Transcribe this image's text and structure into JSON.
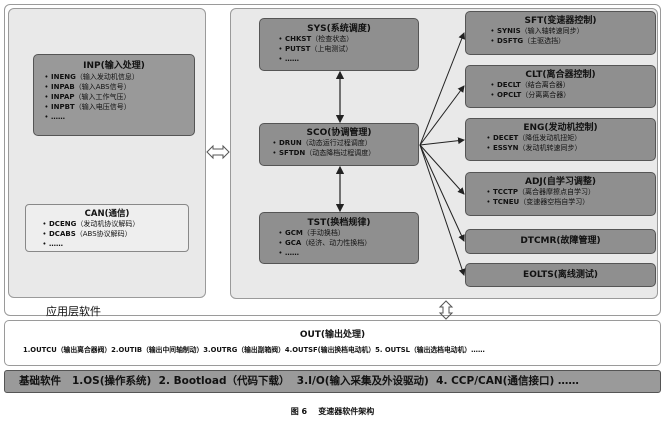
{
  "app_layer": {
    "label": "应用层软件",
    "inp": {
      "title": "INP(输入处理)",
      "items": [
        {
          "code": "INENG",
          "desc": "（输入发动机信息）"
        },
        {
          "code": "INPAB",
          "desc": "（输入ABS信号）"
        },
        {
          "code": "INPAP",
          "desc": "（输入工作气压）"
        },
        {
          "code": "INPBT",
          "desc": "（输入电压信号）"
        }
      ],
      "more": "……"
    },
    "can": {
      "title": "CAN(通信)",
      "items": [
        {
          "code": "DCENG",
          "desc": "（发动机协议解码）"
        },
        {
          "code": "DCABS",
          "desc": "（ABS协议解码）"
        }
      ],
      "more": "……"
    },
    "sys": {
      "title": "SYS(系统调度)",
      "items": [
        {
          "code": "CHKST",
          "desc": "（检查状态）"
        },
        {
          "code": "PUTST",
          "desc": "（上电测试）"
        }
      ],
      "more": "……"
    },
    "sco": {
      "title": "SCO(协调管理)",
      "items": [
        {
          "code": "DRUN",
          "desc": "（动态运行过程调度）"
        },
        {
          "code": "SFTDN",
          "desc": "（动态降档过程调度）"
        }
      ]
    },
    "tst": {
      "title": "TST(换档规律)",
      "items": [
        {
          "code": "GCM",
          "desc": "（手动换档）"
        },
        {
          "code": "GCA",
          "desc": "（经济、动力性换档）"
        }
      ],
      "more": "……"
    },
    "sft": {
      "title": "SFT(变速器控制)",
      "items": [
        {
          "code": "SYNIS",
          "desc": "（输入轴转速同步）"
        },
        {
          "code": "DSFTG",
          "desc": "（主驱选挡）"
        }
      ]
    },
    "clt": {
      "title": "CLT(离合器控制)",
      "items": [
        {
          "code": "DECLT",
          "desc": "（结合离合器）"
        },
        {
          "code": "OPCLT",
          "desc": "（分离离合器）"
        }
      ]
    },
    "eng": {
      "title": "ENG(发动机控制)",
      "items": [
        {
          "code": "DECET",
          "desc": "（降低发动机扭矩）"
        },
        {
          "code": "ESSYN",
          "desc": "（发动机转速同步）"
        }
      ]
    },
    "adj": {
      "title": "ADJ(自学习调整)",
      "items": [
        {
          "code": "TCCTP",
          "desc": "（离合器摩擦点自学习）"
        },
        {
          "code": "TCNEU",
          "desc": "（变速器空档自学习）"
        }
      ]
    },
    "dtcmr": {
      "title": "DTCMR(故障管理)"
    },
    "eolts": {
      "title": "EOLTS(离线测试)"
    }
  },
  "out": {
    "title": "OUT(输出处理)",
    "items": "1.OUTCU（输出离合器阀）2.OUTIB（输出中间轴制动）3.OUTRG（输出副箱阀）4.OUTSF(输出换档电动机）5. OUTSL（输出选档电动机）……"
  },
  "base_layer": {
    "text": "基础软件   1.OS(操作系统)  2. Bootload（代码下载）  3.I/O(输入采集及外设驱动)  4. CCP/CAN(通信接口) ……"
  },
  "caption": "图 6    变速器软件架构"
}
